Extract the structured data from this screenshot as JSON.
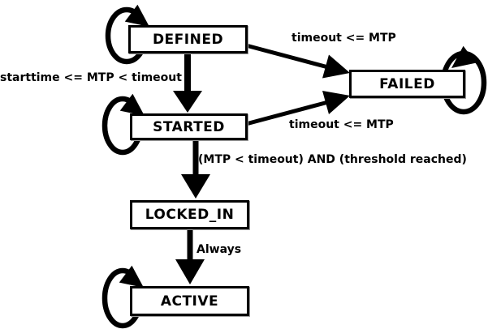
{
  "diagram": {
    "title": "state-machine-diagram",
    "colors": {
      "stroke": "#000000",
      "node_fill": "#ffffff",
      "background": "#ffffff"
    },
    "states": [
      {
        "id": "defined",
        "label": "DEFINED"
      },
      {
        "id": "failed",
        "label": "FAILED"
      },
      {
        "id": "started",
        "label": "STARTED"
      },
      {
        "id": "locked_in",
        "label": "LOCKED_IN"
      },
      {
        "id": "active",
        "label": "ACTIVE"
      }
    ],
    "transitions": [
      {
        "from": "DEFINED",
        "to": "FAILED",
        "label": "timeout <= MTP"
      },
      {
        "from": "DEFINED",
        "to": "STARTED",
        "label": "starttime <= MTP < timeout"
      },
      {
        "from": "STARTED",
        "to": "FAILED",
        "label": "timeout <= MTP"
      },
      {
        "from": "STARTED",
        "to": "LOCKED_IN",
        "label": "(MTP < timeout) AND (threshold reached)"
      },
      {
        "from": "LOCKED_IN",
        "to": "ACTIVE",
        "label": "Always"
      },
      {
        "from": "DEFINED",
        "to": "DEFINED",
        "label": ""
      },
      {
        "from": "STARTED",
        "to": "STARTED",
        "label": ""
      },
      {
        "from": "FAILED",
        "to": "FAILED",
        "label": ""
      },
      {
        "from": "ACTIVE",
        "to": "ACTIVE",
        "label": ""
      }
    ]
  }
}
